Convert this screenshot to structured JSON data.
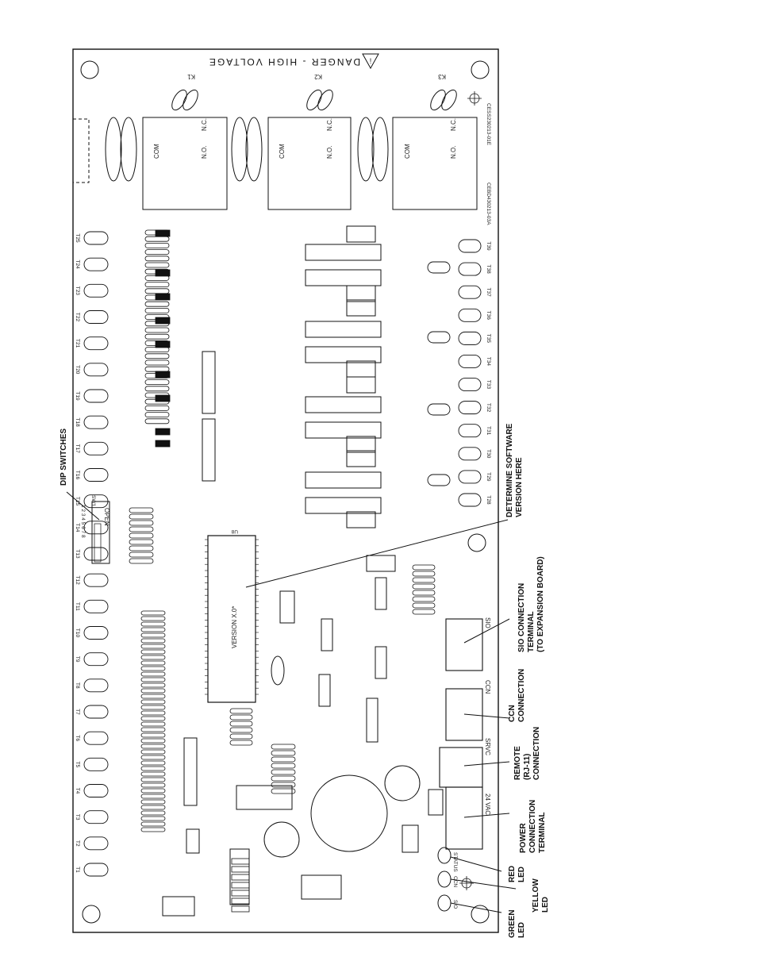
{
  "board": {
    "warning_text": "DANGER - HIGH VOLTAGE",
    "warning_symbol": "!",
    "part_numbers": [
      "CESS230213-01E",
      "CEBD430213-03A"
    ],
    "relays": [
      {
        "label": "K1",
        "contacts": [
          "N.C.",
          "N.O.",
          "COM"
        ]
      },
      {
        "label": "K2",
        "contacts": [
          "N.C.",
          "N.O.",
          "COM"
        ]
      },
      {
        "label": "K3",
        "contacts": [
          "N.C.",
          "N.O.",
          "COM"
        ]
      }
    ],
    "chip_version": "VERSION X.0*",
    "chip_label": "U8",
    "dip_switch_label": "SW1",
    "dip_open_label": "OPEN",
    "dip_numbers": "1 2 3 4 5 6 7 8",
    "com_label": "COM",
    "terminals_top": [
      "T28",
      "T29",
      "T30",
      "T31",
      "T32",
      "T33",
      "T34",
      "T35",
      "T36",
      "T37",
      "T38",
      "T39"
    ],
    "terminals_left": [
      "T1",
      "T2",
      "T3",
      "T4",
      "T5",
      "T6",
      "T7",
      "T8",
      "T9",
      "T10",
      "T11",
      "T12",
      "T13",
      "T14",
      "T15",
      "T16",
      "T17",
      "T18",
      "T19",
      "T20",
      "T21",
      "T22",
      "T23",
      "T24",
      "T25"
    ],
    "connectors": [
      "SIO",
      "CCN",
      "SRVC",
      "24 VAC"
    ],
    "status_leds": [
      "STATUS",
      "CCN",
      "SIO"
    ]
  },
  "callouts": {
    "dip_switches": "DIP SWITCHES",
    "software_version": [
      "DETERMINE SOFTWARE",
      "VERSION HERE"
    ],
    "sio": [
      "SIO CONNECTION",
      "TERMINAL",
      "(TO EXPANSION BOARD)"
    ],
    "ccn": [
      "CCN",
      "CONNECTION"
    ],
    "remote": [
      "REMOTE",
      "(RJ-11)",
      "CONNECTION"
    ],
    "power": [
      "POWER",
      "CONNECTION",
      "TERMINAL"
    ],
    "red_led": [
      "RED",
      "LED"
    ],
    "yellow_led": [
      "YELLOW",
      "LED"
    ],
    "green_led": [
      "GREEN",
      "LED"
    ]
  }
}
